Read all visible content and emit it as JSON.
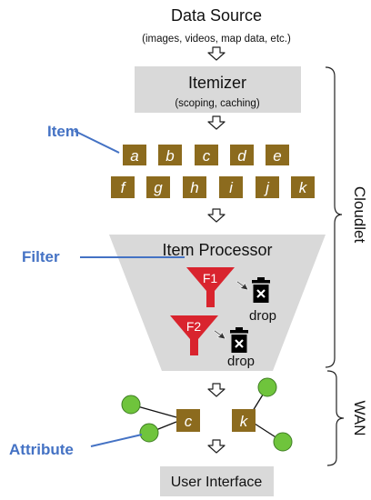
{
  "source": {
    "title": "Data Source",
    "subtitle": "(images, videos, map data, etc.)"
  },
  "itemizer": {
    "title": "Itemizer",
    "subtitle": "(scoping, caching)"
  },
  "items": {
    "row1": [
      "a",
      "b",
      "c",
      "d",
      "e"
    ],
    "row2": [
      "f",
      "g",
      "h",
      "i",
      "j",
      "k"
    ]
  },
  "processor": {
    "title": "Item Processor"
  },
  "filters": [
    {
      "label": "F1",
      "drop": "drop"
    },
    {
      "label": "F2",
      "drop": "drop"
    }
  ],
  "results": [
    "c",
    "k"
  ],
  "user_interface": {
    "title": "User Interface"
  },
  "callouts": {
    "item": "Item",
    "filter": "Filter",
    "attribute": "Attribute"
  },
  "regions": {
    "cloudlet": "Cloudlet",
    "wan": "WAN"
  },
  "colors": {
    "item_fill": "#8c6b1e",
    "box_fill": "#d9d9d9",
    "filter_fill": "#d9242e",
    "callout": "#4472c4",
    "attribute_fill": "#6fc43c",
    "trash": "#000000"
  }
}
